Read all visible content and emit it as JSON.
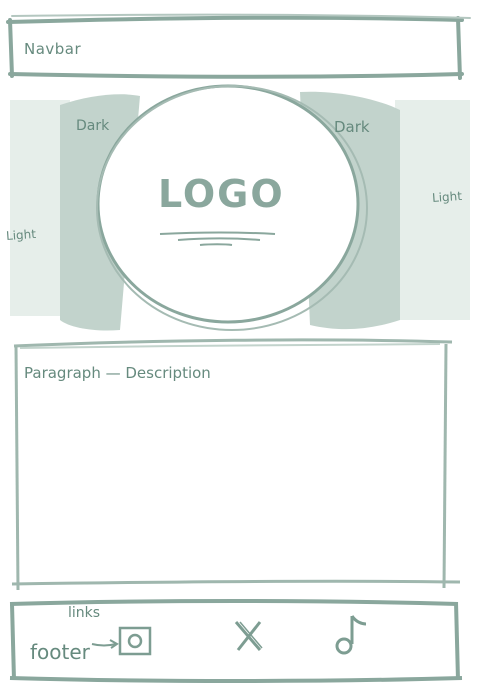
{
  "navbar": {
    "label": "Navbar"
  },
  "hero": {
    "logo_text": "LOGO",
    "dark_left": "Dark",
    "dark_right": "Dark",
    "light_left": "Light",
    "light_right": "Light"
  },
  "content": {
    "label": "Paragraph — Description"
  },
  "footer": {
    "label": "footer",
    "links_label": "links",
    "icons": [
      "instagram-icon",
      "x-icon",
      "tiktok-icon"
    ]
  },
  "colors": {
    "stroke": "#7d9d92",
    "dark_shade": "#b7c9c2",
    "light_shade": "#dfe8e4"
  }
}
